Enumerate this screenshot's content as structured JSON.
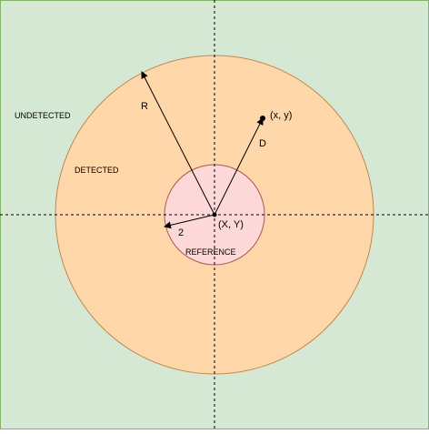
{
  "regions": {
    "outer_label": "UNDETECTED",
    "detection_label": "DETECTED",
    "reference_label": "REFERENCE"
  },
  "labels": {
    "radius_big": "R",
    "radius_small": "2",
    "distance": "D",
    "center_point": "(X, Y)",
    "target_point": "(x, y)"
  },
  "colors": {
    "background_fill": "#d5e8d4",
    "background_stroke": "#82b366",
    "detection_fill": "#ffd7a8",
    "detection_stroke": "#c0894a",
    "reference_fill": "#fcd8d8",
    "reference_stroke": "#b85450",
    "line_color": "#000000"
  }
}
